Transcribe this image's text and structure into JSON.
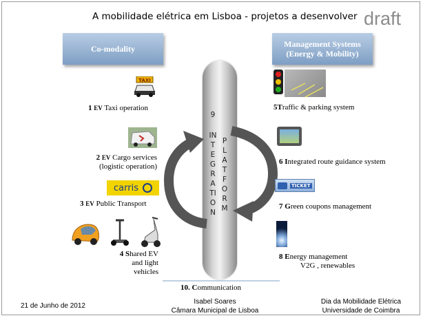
{
  "title": "A  mobilidade elétrica em Lisboa - projetos a desenvolver",
  "watermark": "draft",
  "left_header": "Co-modality",
  "right_header_line1": "Management Systems",
  "right_header_line2": "(Energy & Mobility)",
  "platform": {
    "number": "9",
    "word1": "INTEGRATION",
    "word2": "PLATFORM"
  },
  "items": {
    "taxi": {
      "num": "1",
      "ev": "EV",
      "text": "Taxi operation",
      "icon_text": "TAXI"
    },
    "cargo": {
      "num": "2",
      "ev": "EV",
      "line1": "Cargo services",
      "line2": "(logistic operation)"
    },
    "public": {
      "num": "3",
      "ev": "EV",
      "text": "Public Transport",
      "logo_text": "carris"
    },
    "shared": {
      "num": "4",
      "first": "S",
      "line1": "hared EV",
      "line2": "and light",
      "line3": "vehicles"
    },
    "traffic": {
      "num": "5",
      "first": "T",
      "text": "raffic & parking system"
    },
    "route": {
      "num": "6",
      "first": "I",
      "text": "ntegrated route guidance system"
    },
    "coupons": {
      "num": "7",
      "first": "G",
      "text": "reen coupons management",
      "icon_text": "TICKET"
    },
    "energy": {
      "num": "8",
      "first": "E",
      "line1": "nergy management",
      "line2": "V2G , renewables"
    }
  },
  "communication": {
    "num": "10.",
    "first": "C",
    "text": "ommunication"
  },
  "footer": {
    "date": "21 de Junho de 2012",
    "author": "Isabel Soares",
    "org": "Câmara Municipal de Lisboa",
    "event": "Dia da Mobilidade Elétrica",
    "university": "Universidade de Coimbra"
  },
  "colors": {
    "header_box": "#8fabd0",
    "pill": "#c9c9c9",
    "arrow": "#5a5a5a",
    "carris": "#f2d400"
  }
}
